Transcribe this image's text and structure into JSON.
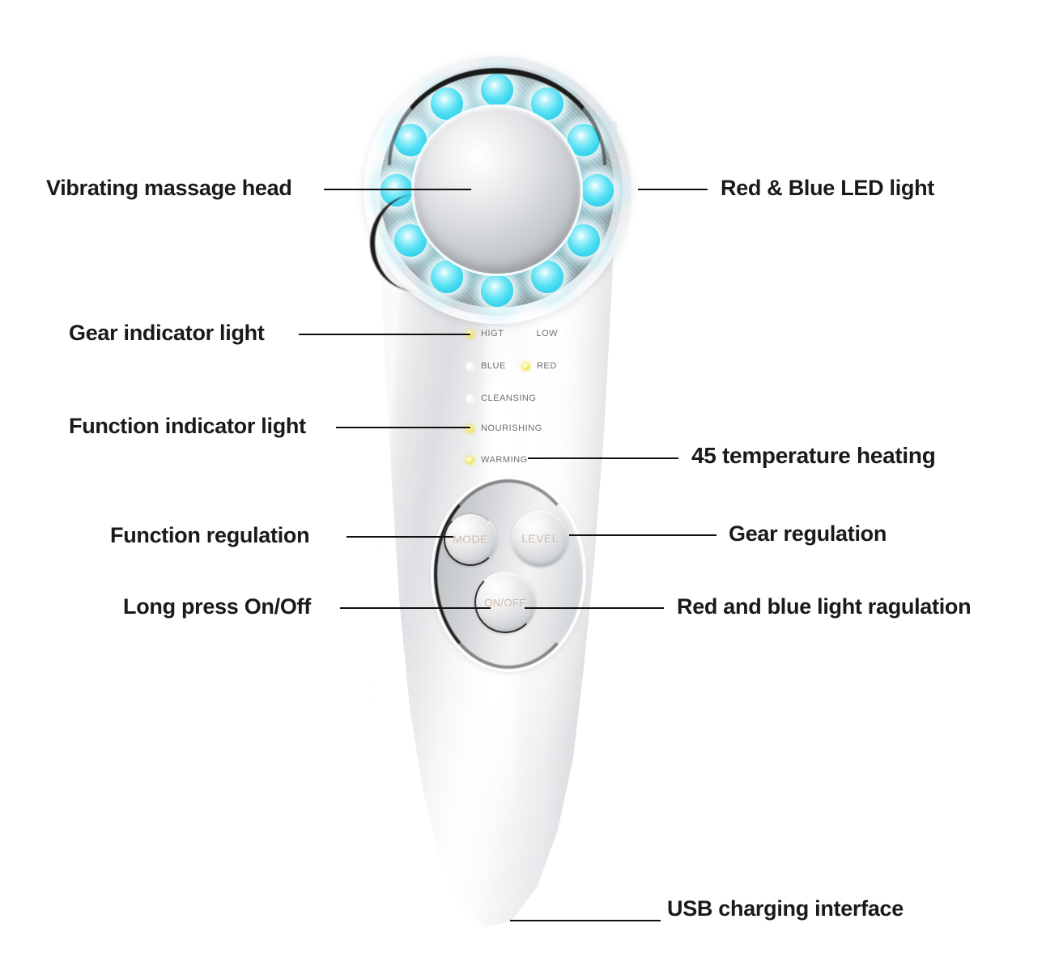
{
  "diagram": {
    "title": "Ultrasonic facial massager annotated parts diagram",
    "accent_led_color": "#56e2f4",
    "indicator_on_color": "#efe15c",
    "indicator_off_color": "#f5f6f6",
    "label_color": "#1a1a1a"
  },
  "callouts": {
    "left": [
      {
        "id": "vibrating-massage-head",
        "label": "Vibrating massage head"
      },
      {
        "id": "gear-indicator-light",
        "label": "Gear indicator light"
      },
      {
        "id": "function-indicator-light",
        "label": "Function indicator light"
      },
      {
        "id": "function-regulation",
        "label": "Function regulation"
      },
      {
        "id": "long-press-on-off",
        "label": "Long press On/Off"
      }
    ],
    "right": [
      {
        "id": "red-blue-led-light",
        "label": "Red & Blue LED light"
      },
      {
        "id": "temperature-heating",
        "label": "45  temperature heating"
      },
      {
        "id": "gear-regulation",
        "label": "Gear regulation"
      },
      {
        "id": "red-blue-light-regulation",
        "label": "Red and blue light ragulation"
      },
      {
        "id": "usb-charging-interface",
        "label": "USB charging interface"
      }
    ]
  },
  "device": {
    "buttons": [
      {
        "id": "mode",
        "label": "MODE"
      },
      {
        "id": "level",
        "label": "LEVEL"
      },
      {
        "id": "onoff",
        "label": "ON/OFF"
      }
    ],
    "indicators": [
      {
        "id": "higt",
        "label": "HIGT",
        "state": "on"
      },
      {
        "id": "low",
        "label": "LOW",
        "state": "off"
      },
      {
        "id": "blue",
        "label": "BLUE",
        "state": "off"
      },
      {
        "id": "red",
        "label": "RED",
        "state": "on"
      },
      {
        "id": "cleansing",
        "label": "CLEANSING",
        "state": "off"
      },
      {
        "id": "nourishing",
        "label": "NOURISHING",
        "state": "on"
      },
      {
        "id": "warming",
        "label": "WARMING",
        "state": "on"
      }
    ],
    "led_ring": {
      "count": 12,
      "color": "#56e2f4",
      "description": "Red & Blue LED ring around vibrating massage head"
    }
  }
}
